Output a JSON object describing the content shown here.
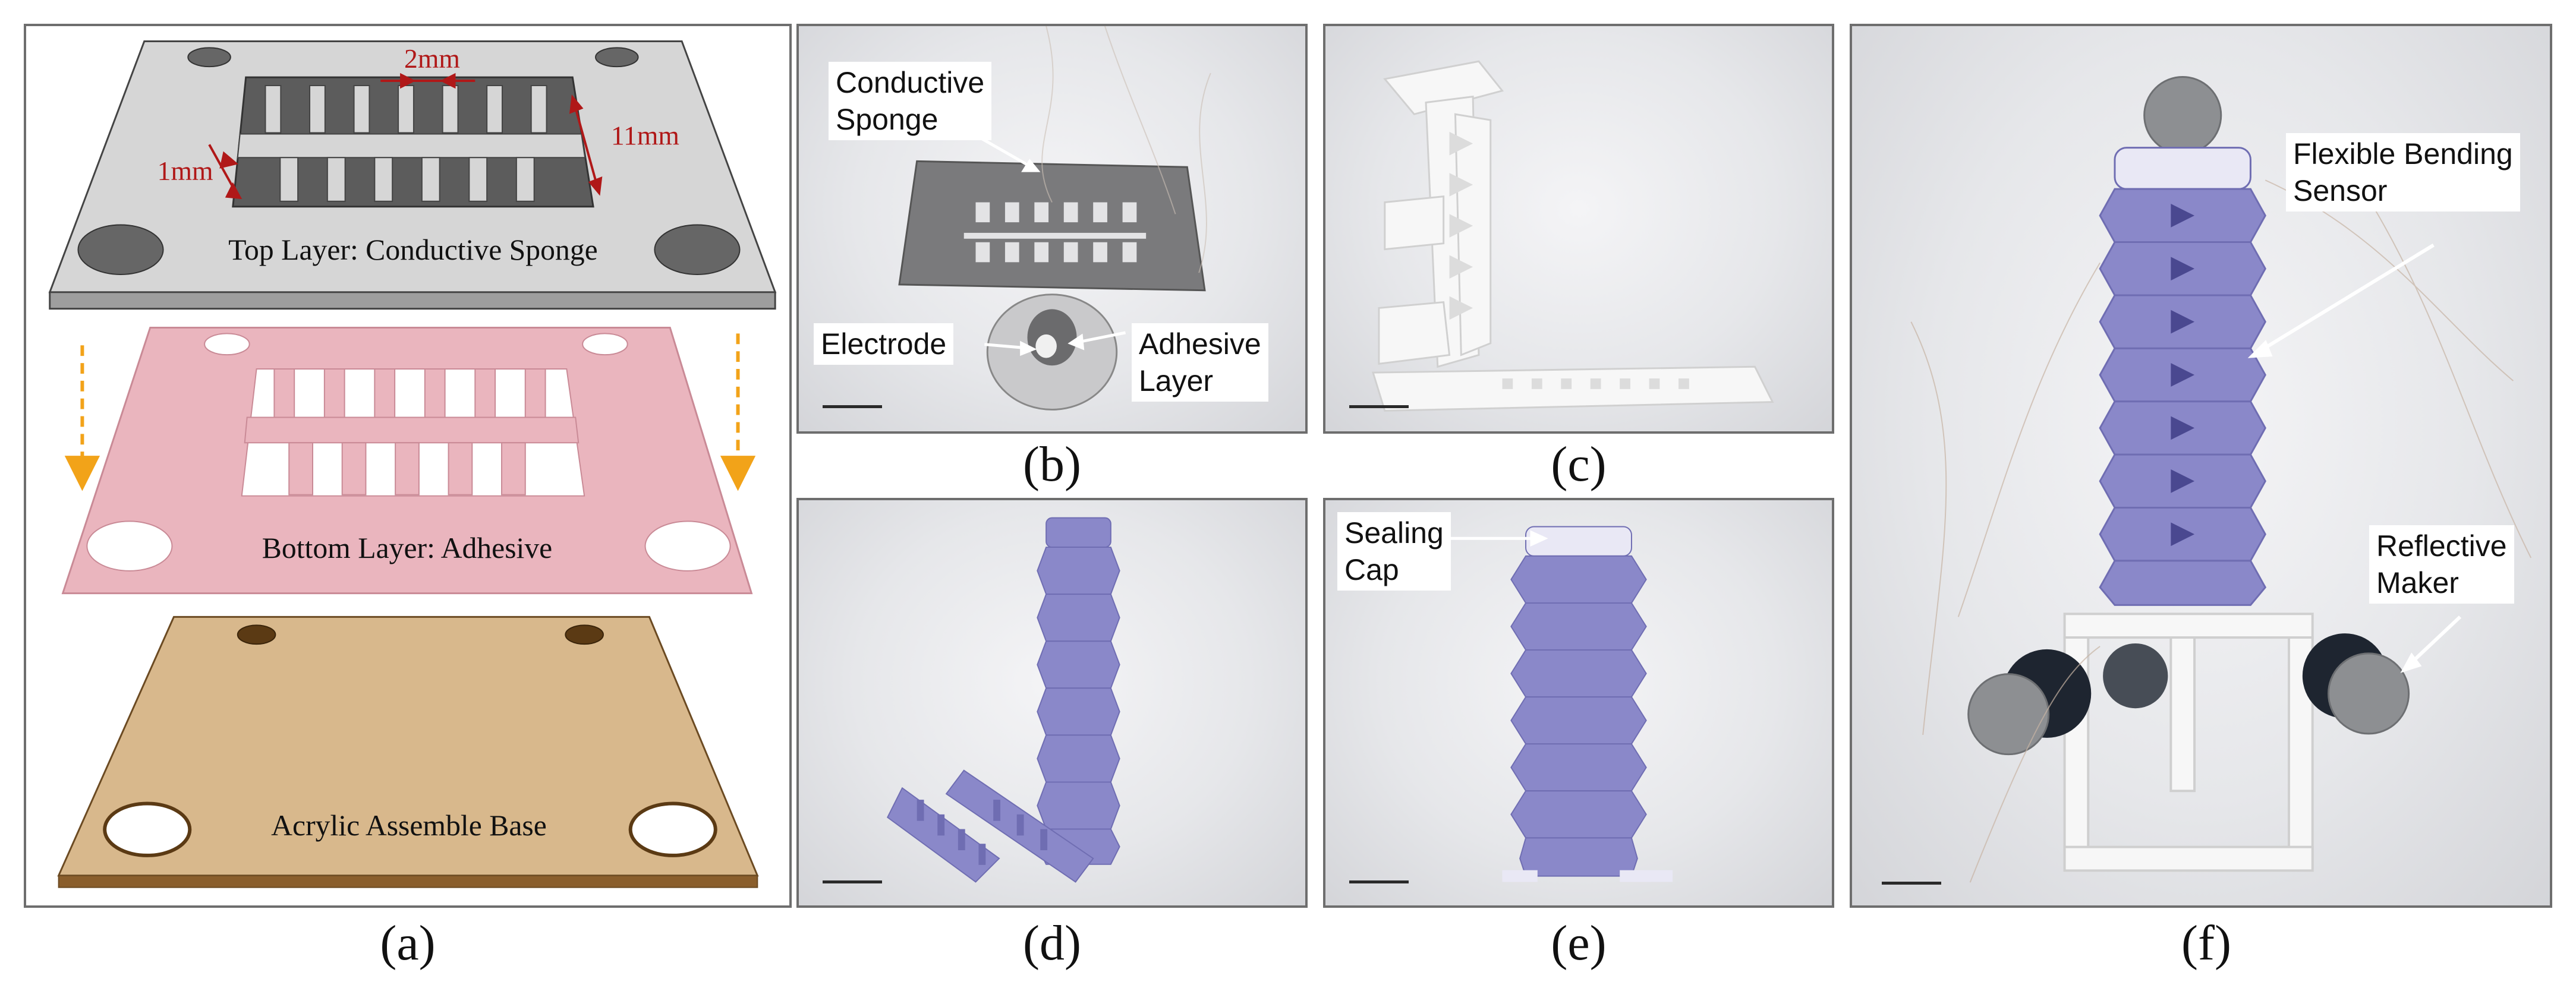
{
  "panel_a": {
    "caption": "(a)",
    "top_layer_label": "Top Layer: Conductive Sponge",
    "bottom_layer_label": "Bottom Layer: Adhesive",
    "base_label": "Acrylic Assemble Base",
    "dim_slot_width": "2mm",
    "dim_height": "11mm",
    "dim_wall": "1mm",
    "colors": {
      "sponge": "#d6d6d6",
      "adhesive": "#eab5be",
      "acrylic": "#d8b88c",
      "dimension": "#b01818",
      "arrow": "#f2a319"
    }
  },
  "panel_b": {
    "caption": "(b)",
    "label_sponge": "Conductive\nSponge",
    "label_electrode": "Electrode",
    "label_adhesive": "Adhesive\nLayer"
  },
  "panel_c": {
    "caption": "(c)"
  },
  "panel_d": {
    "caption": "(d)"
  },
  "panel_e": {
    "caption": "(e)",
    "label_cap": "Sealing\nCap"
  },
  "panel_f": {
    "caption": "(f)",
    "label_sensor": "Flexible Bending\nSensor",
    "label_marker": "Reflective\nMaker",
    "colors": {
      "sensor": "#8a88c9",
      "marker": "#8d8f92"
    }
  }
}
